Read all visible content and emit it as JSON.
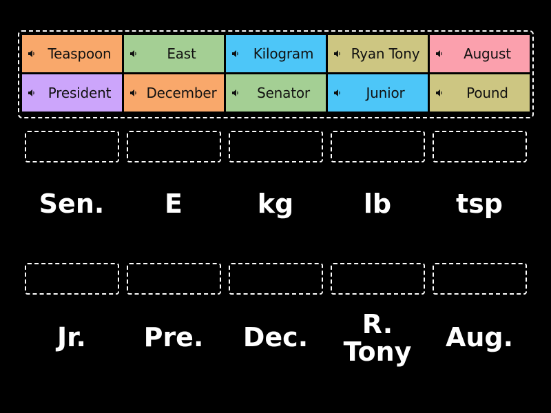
{
  "colors": {
    "orange": "#f9a86b",
    "green": "#a4cf94",
    "blue": "#4dc6f8",
    "olive": "#cdc682",
    "pink": "#fba0ad",
    "purple": "#cca5fb",
    "background": "#000000",
    "dashed": "#ffffff"
  },
  "tiles": [
    {
      "label": "Teaspoon",
      "color": "#f9a86b",
      "icon": "speaker-icon"
    },
    {
      "label": "East",
      "color": "#a4cf94",
      "icon": "speaker-icon"
    },
    {
      "label": "Kilogram",
      "color": "#4dc6f8",
      "icon": "speaker-icon"
    },
    {
      "label": "Ryan Tony",
      "color": "#cdc682",
      "icon": "speaker-icon"
    },
    {
      "label": "August",
      "color": "#fba0ad",
      "icon": "speaker-icon"
    },
    {
      "label": "President",
      "color": "#cca5fb",
      "icon": "speaker-icon"
    },
    {
      "label": "December",
      "color": "#f9a86b",
      "icon": "speaker-icon"
    },
    {
      "label": "Senator",
      "color": "#a4cf94",
      "icon": "speaker-icon"
    },
    {
      "label": "Junior",
      "color": "#4dc6f8",
      "icon": "speaker-icon"
    },
    {
      "label": "Pound",
      "color": "#cdc682",
      "icon": "speaker-icon"
    }
  ],
  "targets": [
    {
      "label": "Sen."
    },
    {
      "label": "E"
    },
    {
      "label": "kg"
    },
    {
      "label": "lb"
    },
    {
      "label": "tsp"
    },
    {
      "label": "Jr."
    },
    {
      "label": "Pre."
    },
    {
      "label": "Dec."
    },
    {
      "label": "R.\nTony"
    },
    {
      "label": "Aug."
    }
  ]
}
